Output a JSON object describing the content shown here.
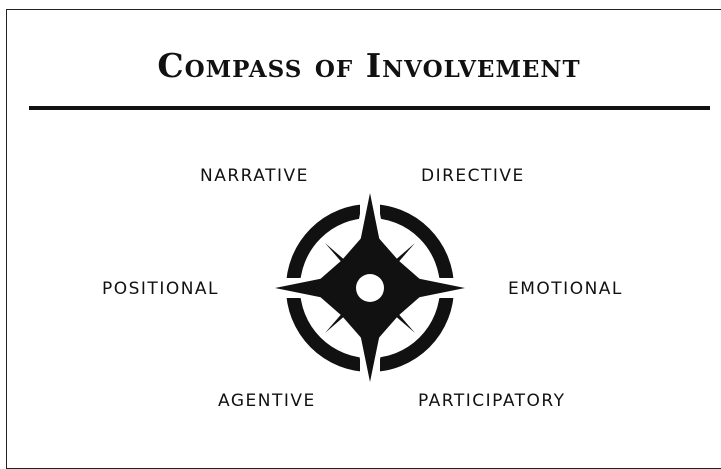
{
  "title": "Compass of Involvement",
  "labels": {
    "narrative": "NARRATIVE",
    "directive": "DIRECTIVE",
    "positional": "POSITIONAL",
    "emotional": "EMOTIONAL",
    "agentive": "AGENTIVE",
    "participatory": "PARTICIPATORY"
  },
  "colors": {
    "ink": "#111111",
    "background": "#ffffff"
  },
  "icon": "compass-rose-icon"
}
